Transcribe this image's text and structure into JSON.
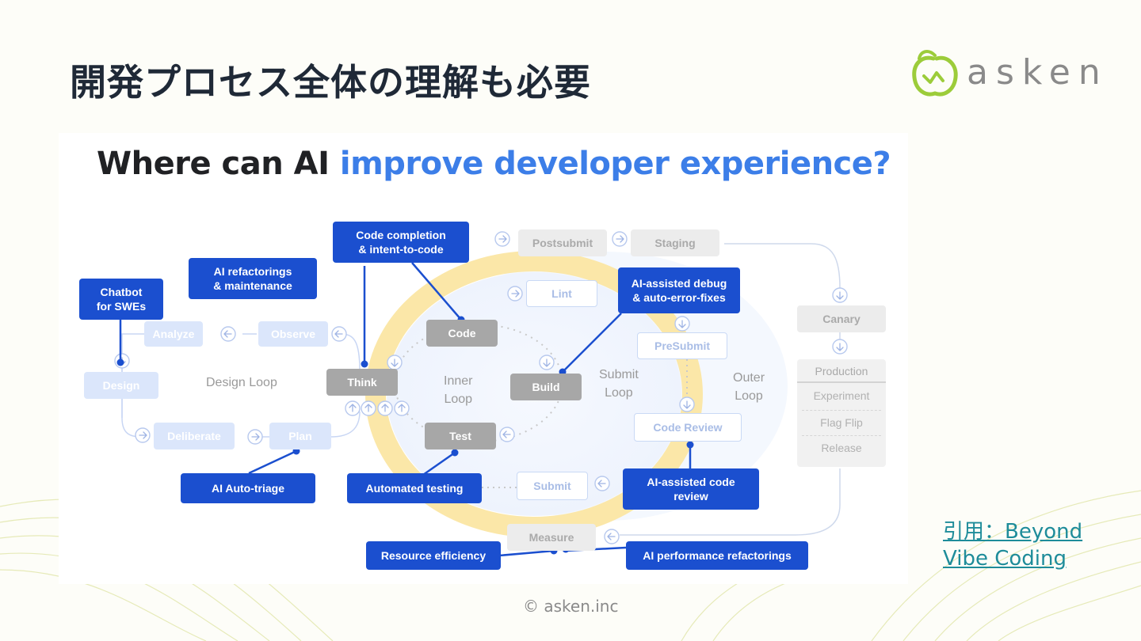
{
  "slide": {
    "title": "開発プロセス全体の理解も必要",
    "logo_text": "asken",
    "citation_line1": "引用：Beyond",
    "citation_line2": "Vibe Coding",
    "copyright": "© asken.inc"
  },
  "colors": {
    "ai_box": "#1b4fcf",
    "title_highlight": "#3c7ee8",
    "logo_green": "#9ccc3a",
    "citation": "#1e8c9a"
  },
  "diagram": {
    "title_part1": "Where can AI ",
    "title_part2": "improve developer experience?",
    "loops": {
      "design": "Design Loop",
      "inner": "Inner\nLoop",
      "submit": "Submit\nLoop",
      "outer": "Outer\nLoop"
    },
    "nodes": {
      "analyze": "Analyze",
      "observe": "Observe",
      "design": "Design",
      "deliberate": "Deliberate",
      "plan": "Plan",
      "think": "Think",
      "code": "Code",
      "build": "Build",
      "test": "Test",
      "lint": "Lint",
      "postsubmit": "Postsubmit",
      "staging": "Staging",
      "presubmit": "PreSubmit",
      "code_review": "Code Review",
      "submit": "Submit",
      "measure": "Measure",
      "canary": "Canary",
      "production": "Production",
      "experiment": "Experiment",
      "flag_flip": "Flag Flip",
      "release": "Release"
    },
    "ai_boxes": {
      "chatbot": "Chatbot\nfor SWEs",
      "refactorings": "AI refactorings\n& maintenance",
      "code_completion": "Code completion\n& intent-to-code",
      "debug": "AI-assisted debug\n& auto-error-fixes",
      "auto_triage": "AI Auto-triage",
      "automated_testing": "Automated testing",
      "code_review": "AI-assisted code\nreview",
      "resource_efficiency": "Resource efficiency",
      "performance": "AI performance refactorings"
    }
  }
}
